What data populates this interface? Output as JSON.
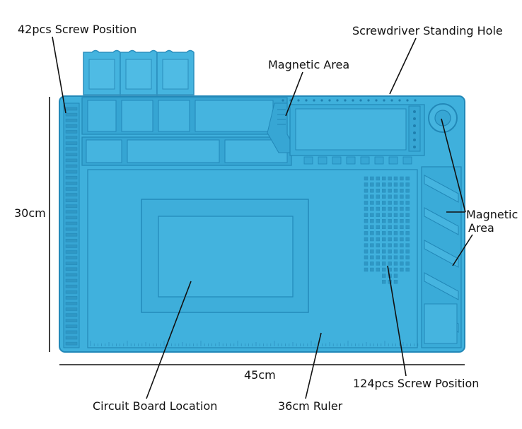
{
  "product": {
    "mat_color": "#3fb0dc",
    "mat_shade": "#2f97c4",
    "mat_light": "#67c4e8",
    "mat_dark": "#1f7fae"
  },
  "labels": {
    "screw_42": "42pcs Screw Position",
    "screwdriver_hole": "Screwdriver Standing Hole",
    "magnetic_top": "Magnetic Area",
    "magnetic_right_line1": "Magnetic",
    "magnetic_right_line2": "Area",
    "circuit_board": "Circuit Board Location",
    "ruler": "36cm Ruler",
    "screw_124": "124pcs Screw Position"
  },
  "dimensions": {
    "height": "30cm",
    "width": "45cm"
  }
}
